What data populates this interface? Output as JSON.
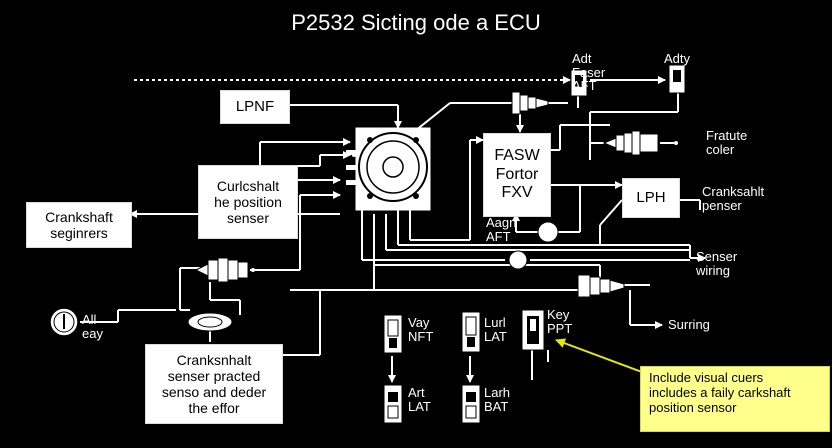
{
  "title": "P2532 Sicting ode a ECU",
  "colors": {
    "background": "#000000",
    "lines": "#ffffff",
    "note_fill": "#ffff8c",
    "note_arrow": "#e8e800"
  },
  "boxes": {
    "lpnf": "LPNF",
    "crankshaft_position": "Curlcshalt\nhe position\nsenser",
    "crankshaft_segments": "Crankshaft\nseginrers",
    "fasw": "FASW\nFortor\nFXV",
    "lph": "LPH",
    "crankshaft_predicted": "Cranksnhalt\nsenser practed\nsenso and deder\nthe effor"
  },
  "labels": {
    "adt_top": "Adt\nFaser\nAFT",
    "adty_top": "Adty",
    "fratute": "Fratute\ncoler",
    "crankshaft_right": "Cranksahlt\npenser",
    "aagn": "Aagn\nAFT",
    "sensor_wiring": "Senser\nwiring",
    "surring": "Surring",
    "all_key": "All\neay",
    "vay_nft": "Vay\nNFT",
    "lurl_lat": "Lurl\nLAT",
    "key_ppt": "Key\nPPT",
    "art_lat": "Art\nLAT",
    "larh_bat": "Larh\nBAT"
  },
  "note": "Include visual cuers\nincludes a faily carkshaft\nposition sensor"
}
